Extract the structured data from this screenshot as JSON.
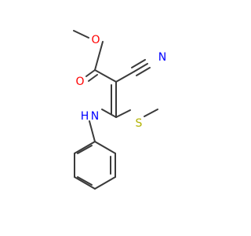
{
  "molecule": {
    "atoms": {
      "carbonyl_oxygen": {
        "label": "O",
        "color": "#ff0000"
      },
      "ester_oxygen": {
        "label": "O",
        "color": "#ff0000"
      },
      "nitrile_nitrogen": {
        "label": "N",
        "color": "#0000ff"
      },
      "amine": {
        "label": "H",
        "sub_label": "N",
        "color": "#0000ff"
      },
      "sulfur": {
        "label": "S",
        "color": "#b2b200"
      }
    },
    "bond_color": "#3a3a3a"
  }
}
